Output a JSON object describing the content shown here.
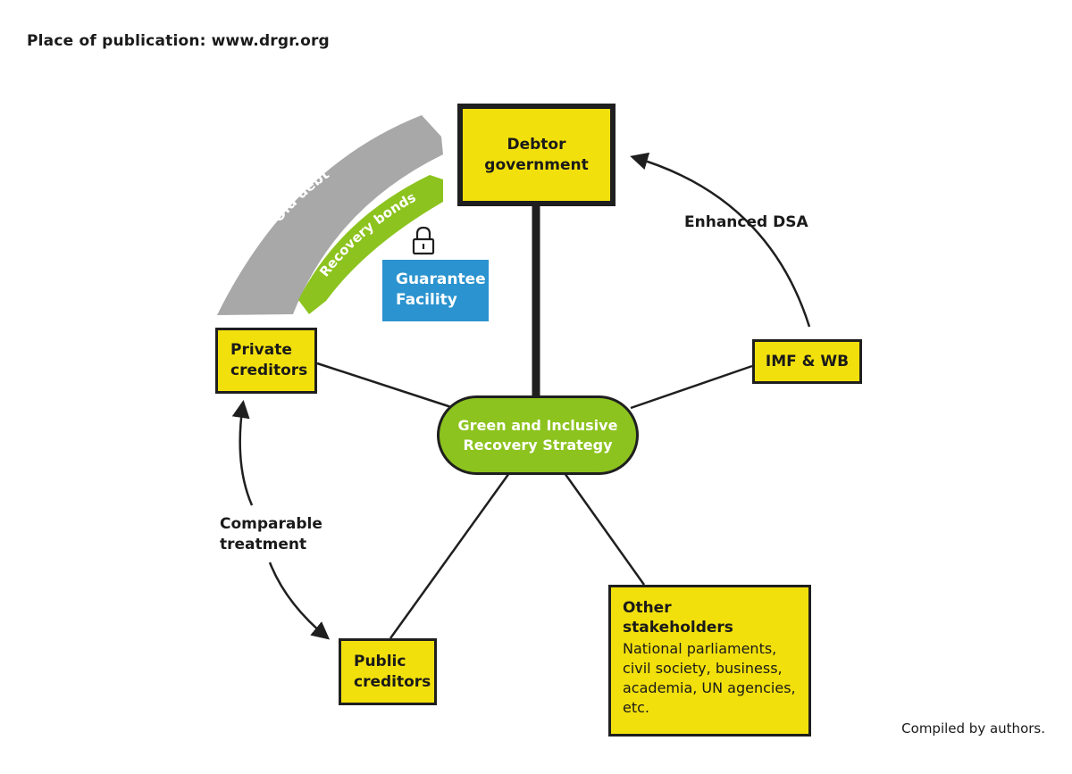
{
  "header": {
    "label": "Place of publication:",
    "url": "www.drgr.org"
  },
  "colors": {
    "box_fill": "#f2e00c",
    "strategy_fill": "#8cc31e",
    "guarantee_fill": "#2b93cf",
    "old_debt_band": "#a8a8a8",
    "recovery_band": "#8cc31e",
    "line": "#1f1f1f"
  },
  "nodes": {
    "debtor": {
      "line1": "Debtor",
      "line2": "government"
    },
    "private": {
      "line1": "Private",
      "line2": "creditors"
    },
    "imf": {
      "label": "IMF & WB"
    },
    "public": {
      "line1": "Public",
      "line2": "creditors"
    },
    "other": {
      "title1": "Other",
      "title2": "stakeholders",
      "desc": [
        "National parliaments,",
        "civil society, business,",
        "academia, UN agencies,",
        "etc."
      ]
    },
    "strategy": {
      "line1": "Green and Inclusive",
      "line2": "Recovery Strategy"
    },
    "guarantee": {
      "line1": "Guarantee",
      "line2": "Facility",
      "icon": "lock-icon"
    }
  },
  "bands": {
    "old_debt": "Old debt",
    "recovery_bonds": "Recovery bonds"
  },
  "arrows": {
    "enhanced_dsa": "Enhanced DSA",
    "comparable": {
      "line1": "Comparable",
      "line2": "treatment"
    }
  },
  "footer": "Compiled by authors."
}
